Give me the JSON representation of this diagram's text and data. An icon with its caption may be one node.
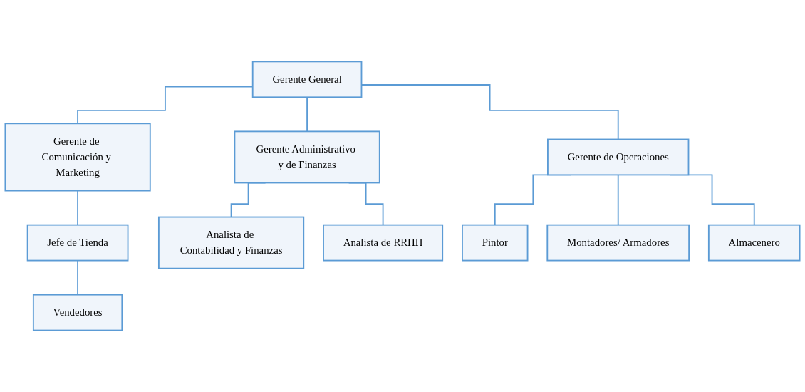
{
  "diagram": {
    "nodes": [
      {
        "text": [
          "Gerente General"
        ]
      },
      {
        "text": [
          "Gerente de Comunicación y Marketing"
        ]
      },
      {
        "text": [
          "Gerente Administrativo y de Finanzas"
        ]
      },
      {
        "text": [
          "Gerente de Operaciones"
        ]
      },
      {
        "text": [
          "Jefe de Tienda"
        ]
      },
      {
        "text": [
          "Vendedores"
        ]
      },
      {
        "text": [
          "Analista de Contabilidad y Finanzas"
        ]
      },
      {
        "text": [
          "Analista de RRHH"
        ]
      },
      {
        "text": [
          "Pintor"
        ]
      },
      {
        "text": [
          "Montadores/ Armadores"
        ]
      },
      {
        "text": [
          "Almacenero"
        ]
      }
    ],
    "edges": [
      {
        "from": 0,
        "to": 1,
        "arrow": "none"
      },
      {
        "from": 0,
        "to": 2,
        "arrow": "none"
      },
      {
        "from": 0,
        "to": 3,
        "arrow": "none"
      },
      {
        "from": 1,
        "to": 4,
        "arrow": "none"
      },
      {
        "from": 4,
        "to": 5,
        "arrow": "none"
      },
      {
        "from": 2,
        "to": 6,
        "arrow": "none"
      },
      {
        "from": 2,
        "to": 7,
        "arrow": "none"
      },
      {
        "from": 3,
        "to": 8,
        "arrow": "none"
      },
      {
        "from": 3,
        "to": 9,
        "arrow": "none"
      },
      {
        "from": 3,
        "to": 10,
        "arrow": "none"
      }
    ]
  }
}
